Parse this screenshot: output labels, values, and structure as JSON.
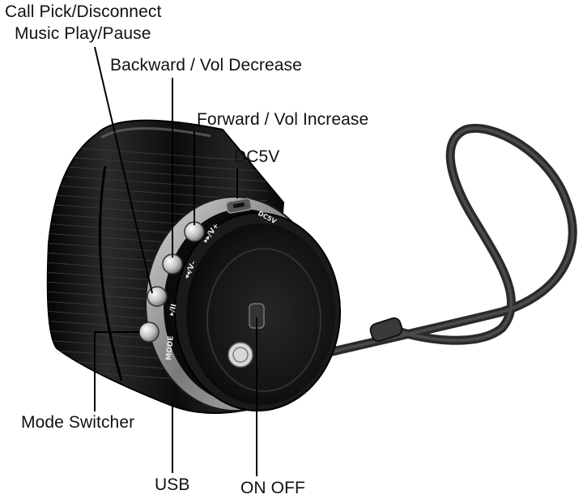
{
  "labels": {
    "call_pick": "Call Pick/Disconnect",
    "music_play": "Music Play/Pause",
    "backward": "Backward / Vol Decrease",
    "forward": "Forward / Vol Increase",
    "dc5v": "DC5V",
    "mode_switcher": "Mode Switcher",
    "usb": "USB",
    "on_off": "ON OFF"
  },
  "device_markings": {
    "mode": "MODE",
    "dc_port": "DC5V",
    "vol_minus": "◂◂/V–",
    "vol_plus": "▸▸/V+",
    "play_pause": "▸/II"
  },
  "colors": {
    "body": "#1a1a1a",
    "ring": "#8a8a8a",
    "strap": "#2a2a2a",
    "leader": "#000000"
  }
}
